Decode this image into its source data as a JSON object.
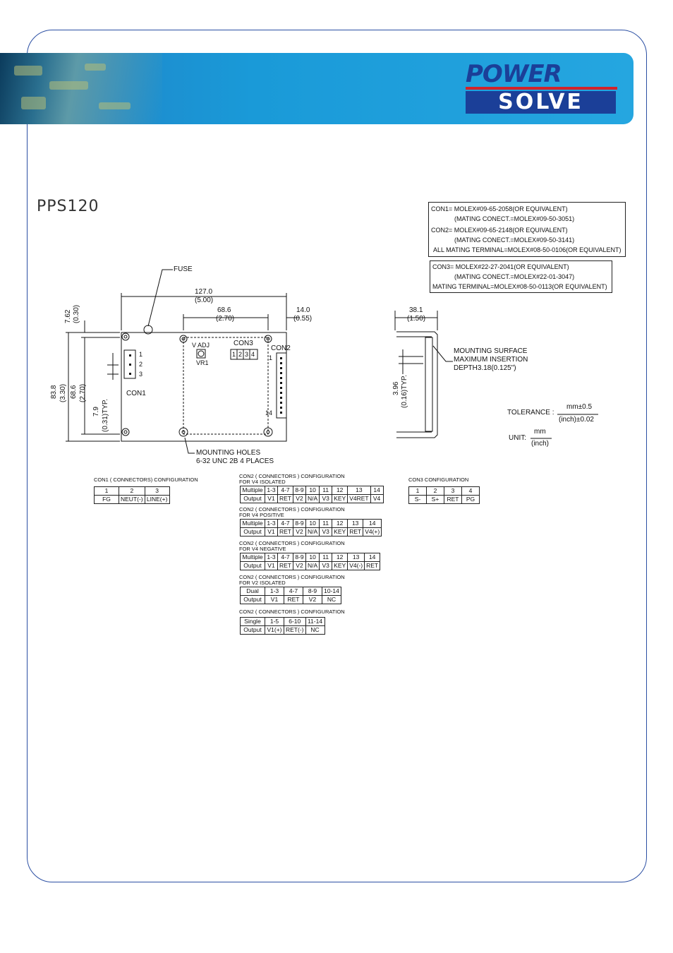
{
  "brand": {
    "top": "POWER",
    "bottom": "SOLVE"
  },
  "page_title": "PPS120",
  "notes": {
    "block1": [
      "CON1=  MOLEX#09-65-2058(OR EQUIVALENT)",
      "(MATING CONECT.=MOLEX#09-50-3051)",
      "CON2=  MOLEX#09-65-2148(OR EQUIVALENT)",
      "(MATING CONECT.=MOLEX#09-50-3141)",
      "ALL MATING TERMINAL=MOLEX#08-50-0106(OR EQUIVALENT)"
    ],
    "block2": [
      "CON3= MOLEX#22-27-2041(OR EQUIVALENT)",
      "(MATING CONECT.=MOLEX#22-01-3047)",
      "MATING TERMINAL=MOLEX#08-50-0113(OR EQUIVALENT)"
    ]
  },
  "drawing": {
    "fuse": "FUSE",
    "dim_127": "127.0",
    "dim_127_in": "(5.00)",
    "dim_68_6": "68.6",
    "dim_68_6_in": "(2.70)",
    "dim_14": "14.0",
    "dim_14_in": "(0.55)",
    "dim_7_62": "7.62",
    "dim_7_62_in": "(0.30)",
    "dim_83_8": "83.8",
    "dim_83_8_in": "(3.30)",
    "dim_68_6v": "68.6",
    "dim_68_6v_in": "(2.70)",
    "dim_7_9": "7.9",
    "dim_7_9_in": "(0.31)TYP.",
    "v_adj": "V ADJ",
    "vr1": "VR1",
    "con3": "CON3",
    "con2": "CON2",
    "con1": "CON1",
    "con3_pins": [
      "1",
      "2",
      "3",
      "4"
    ],
    "con1_pins": [
      "1",
      "2",
      "3"
    ],
    "con2_pin1": "1",
    "con2_pin14": "14",
    "mounting_holes": "MOUNTING HOLES",
    "mounting_spec": "6-32 UNC 2B 4 PLACES",
    "dim_38_1": "38.1",
    "dim_38_1_in": "(1.50)",
    "dim_3_96": "3.96",
    "dim_3_96_in": "(0.16)TYP.",
    "mount_surface": "MOUNTING SURFACE",
    "max_insertion": "MAXIMUM INSERTION",
    "depth": "DEPTH3.18(0.125\")",
    "tolerance_label": "TOLERANCE :",
    "tolerance_mm": "mm±0.5",
    "tolerance_inch": "(inch)±0.02",
    "unit_label": "UNIT:",
    "unit_mm": "mm",
    "unit_inch": "(inch)"
  },
  "con1_config": {
    "title": "CON1 ( CONNECTORS) CONFIGURATION",
    "header": [
      "1",
      "2",
      "3"
    ],
    "row": [
      "FG",
      "NEUT(-)",
      "LINE(+)"
    ]
  },
  "con3_config": {
    "title": "CON3  CONFIGURATION",
    "header": [
      "1",
      "2",
      "3",
      "4"
    ],
    "row": [
      "S-",
      "S+",
      "RET",
      "PG"
    ]
  },
  "con2_configs": [
    {
      "title": "CON2 ( CONNECTORS ) CONFIGURATION",
      "subtitle": "FOR  V4  ISOLATED",
      "label1": "Multiple",
      "label2": "Output",
      "header": [
        "1-3",
        "4-7",
        "8-9",
        "10",
        "11",
        "12",
        "13",
        "14"
      ],
      "row": [
        "V1",
        "RET",
        "V2",
        "N/A",
        "V3",
        "KEY",
        "V4RET",
        "V4"
      ]
    },
    {
      "title": "CON2 ( CONNECTORS ) CONFIGURATION",
      "subtitle": "FOR  V4  POSITIVE",
      "label1": "Multiple",
      "label2": "Output",
      "header": [
        "1-3",
        "4-7",
        "8-9",
        "10",
        "11",
        "12",
        "13",
        "14"
      ],
      "row": [
        "V1",
        "RET",
        "V2",
        "N/A",
        "V3",
        "KEY",
        "RET",
        "V4(+)"
      ]
    },
    {
      "title": "CON2 ( CONNECTORS ) CONFIGURATION",
      "subtitle": "FOR  V4  NEGATIVE",
      "label1": "Multiple",
      "label2": "Output",
      "header": [
        "1-3",
        "4-7",
        "8-9",
        "10",
        "11",
        "12",
        "13",
        "14"
      ],
      "row": [
        "V1",
        "RET",
        "V2",
        "N/A",
        "V3",
        "KEY",
        "V4(-)",
        "RET"
      ]
    },
    {
      "title": "CON2 ( CONNECTORS ) CONFIGURATION",
      "subtitle": "FOR  V2  ISOLATED",
      "label1": "Dual",
      "label2": "Output",
      "header": [
        "1-3",
        "4-7",
        "8-9",
        "10-14"
      ],
      "row": [
        "V1",
        "RET",
        "V2",
        "NC"
      ]
    },
    {
      "title": "CON2 ( CONNECTORS ) CONFIGURATION",
      "subtitle": "",
      "label1": "Single",
      "label2": "Output",
      "header": [
        "1-5",
        "6-10",
        "11-14"
      ],
      "row": [
        "V1(+)",
        "RET(-)",
        "NC"
      ]
    }
  ]
}
